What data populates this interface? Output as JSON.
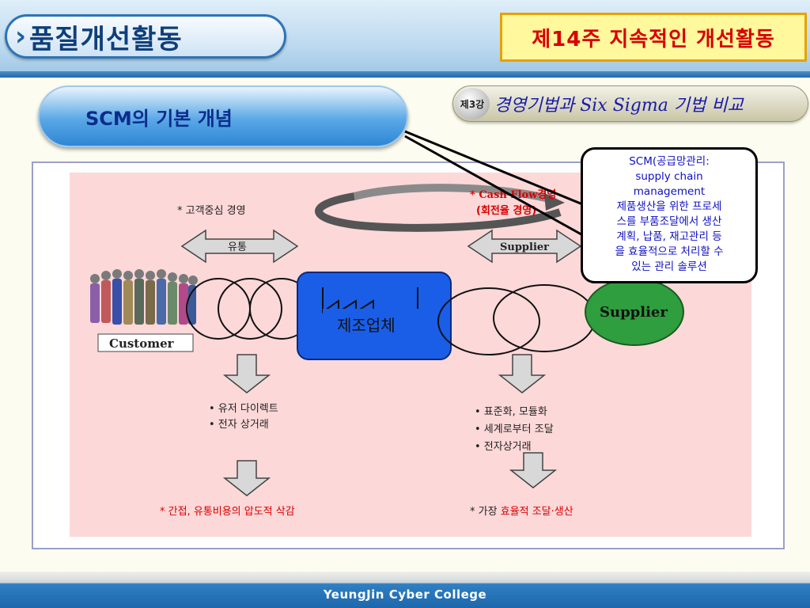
{
  "header": {
    "title": "품질개선활동",
    "week": "제14주  지속적인  개선활동"
  },
  "lecture": {
    "badge": "제3강",
    "title": "경영기법과 Six Sigma 기법 비교"
  },
  "section_title": "SCM의 기본 개념",
  "callout": {
    "lines": [
      "SCM(공급망관리:",
      "supply chain",
      "management",
      "제품생산을 위한 프로세",
      "스를 부품조달에서 생산",
      "계획, 납품, 재고관리 등",
      "을 효율적으로 처리할 수",
      "있는 관리 솔루션"
    ]
  },
  "diagram": {
    "customer_focus": "* 고객중심 경영",
    "cashflow_1": "* Cash Flow경영",
    "cashflow_2": "(회전율 경영)",
    "distribution_arrow": "유통",
    "supplier_arrow": "Supplier",
    "customer_label": "Customer",
    "factory_label": "제조업체",
    "supplier_node": "Supplier",
    "left_bullets": [
      "• 유저 다이렉트",
      "• 전자 상거래"
    ],
    "right_bullets": [
      "• 표준화, 모듈화",
      "• 세계로부터 조달",
      "• 전자상거래"
    ],
    "left_result": "* 간접, 유통비용의 압도적 삭감",
    "right_result_prefix": "* 가장 ",
    "right_result_highlight": "효율적 조달·생산"
  },
  "footer": "YeungJin Cyber College",
  "colors": {
    "accent_blue": "#2e86d4",
    "week_red": "#d80000",
    "diagram_bg": "#fdd8d8",
    "factory_blue": "#1a5ee8",
    "supplier_green": "#2f9e3e"
  }
}
